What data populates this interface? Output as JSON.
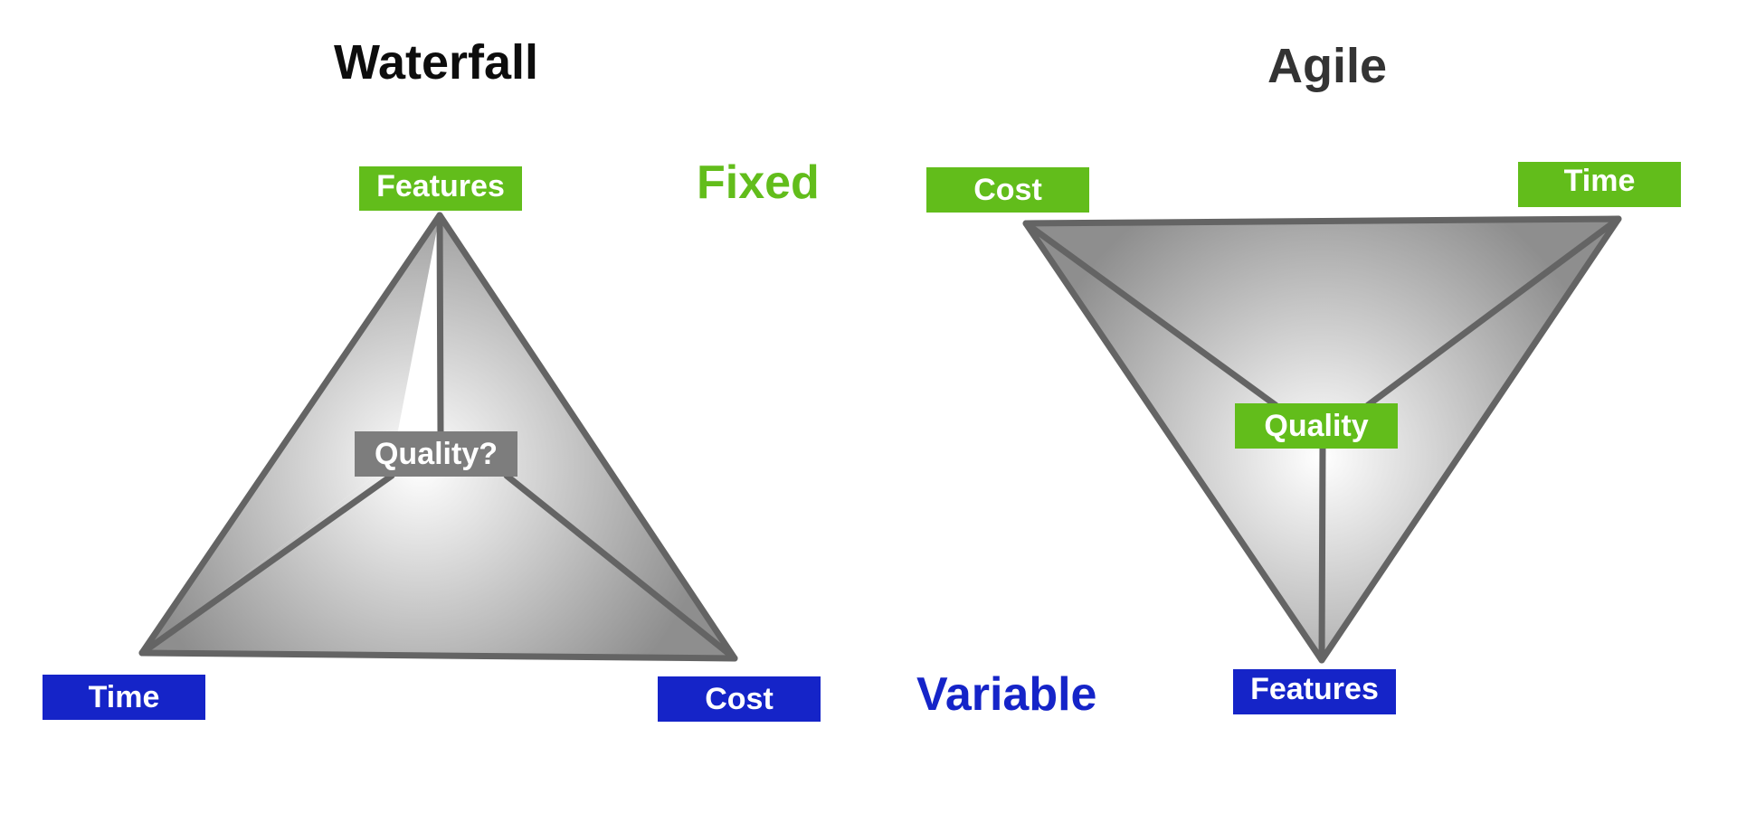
{
  "colors": {
    "fixed": "#62bd1b",
    "variable": "#1524c8",
    "quality_unknown": "#7d7d7d",
    "edge": "#646464",
    "title_waterfall": "#0d0d0d",
    "title_agile": "#333333"
  },
  "legend": {
    "fixed": "Fixed",
    "variable": "Variable"
  },
  "waterfall": {
    "title": "Waterfall",
    "labels": {
      "features": "Features",
      "time": "Time",
      "cost": "Cost",
      "quality": "Quality?"
    }
  },
  "agile": {
    "title": "Agile",
    "labels": {
      "cost": "Cost",
      "time": "Time",
      "quality": "Quality",
      "features": "Features"
    }
  }
}
